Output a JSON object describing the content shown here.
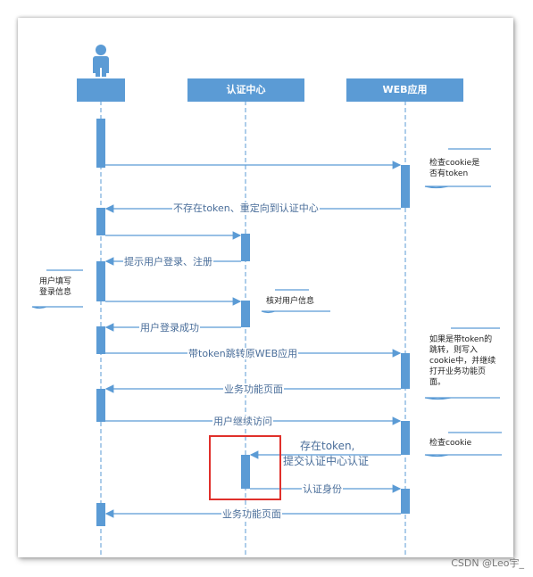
{
  "participants": [
    {
      "id": "user",
      "label": ""
    },
    {
      "id": "auth",
      "label": "认证中心"
    },
    {
      "id": "web",
      "label": "WEB应用"
    }
  ],
  "messages": [
    {
      "text": "不存在token、重定向到认证中心"
    },
    {
      "text": "提示用户登录、注册"
    },
    {
      "text": "用户登录成功"
    },
    {
      "text": "带token跳转原WEB应用"
    },
    {
      "text": "业务功能页面"
    },
    {
      "text": "用户继续访问"
    },
    {
      "text": "存在token,"
    },
    {
      "text": "提交认证中心认证"
    },
    {
      "text": "认证身份"
    },
    {
      "text": "业务功能页面"
    }
  ],
  "notes": {
    "check_cookie": "检查cookie是\n否有token",
    "user_fill": "用户填写\n登录信息",
    "verify_user": "核对用户信息",
    "redirect_info": "如果是带token的\n跳转，则写入\ncookie中，并继续\n打开业务功能页\n面。",
    "check_cookie2": "检查cookie"
  },
  "watermark": "CSDN @Leo宇_",
  "colors": {
    "accent": "#5b9bd5",
    "highlight": "#e0302b",
    "line": "#5b9bd5"
  }
}
